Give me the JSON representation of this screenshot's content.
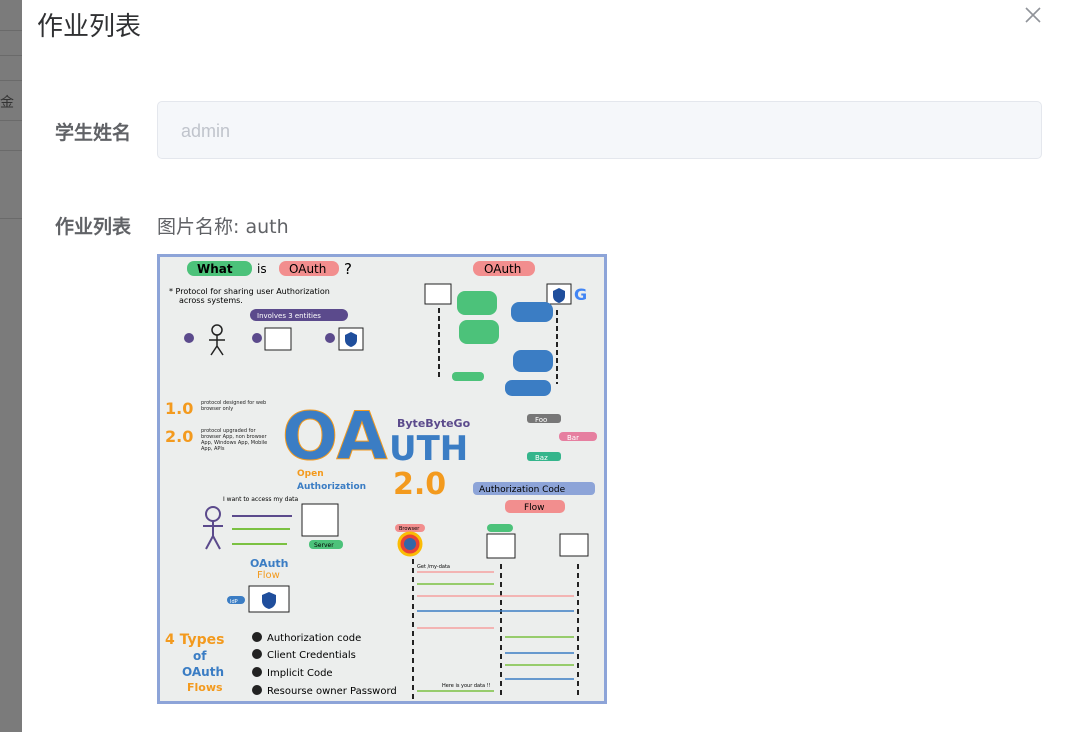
{
  "dialog": {
    "title": "作业列表",
    "close_icon": "close-icon"
  },
  "backdrop": {
    "fragment": "金"
  },
  "form": {
    "student_name_label": "学生姓名",
    "student_name_value": "admin",
    "homework_label": "作业列表",
    "image_name_text": "图片名称: auth"
  },
  "image": {
    "colors": {
      "border": "#8da4d8",
      "bg": "#eceeed",
      "green": "#4cc27a",
      "pink": "#f28e8e",
      "purple": "#5b4a8c",
      "blue": "#3b7dc4",
      "orange": "#f39a1e"
    },
    "labels": {
      "what": "What",
      "is": "is",
      "oauth": "OAuth",
      "q": "?",
      "protocol1": "* Protocol for sharing user Authorization",
      "protocol2": "across systems.",
      "involves": "Involves 3 entities",
      "v1": "1.0",
      "v1_desc": "protocol designed for web browser only",
      "v2": "2.0",
      "v2_desc": "protocol upgraded for browser App, non browser App, Windows App, Mobile App, APIs",
      "big_oa": "OA",
      "big_uth": "UTH",
      "bytebytego": "ByteByteGo",
      "open": "Open",
      "authorization": "Authorization",
      "big_20": "2.0",
      "foo": "Foo",
      "bar": "Bar",
      "baz": "Baz",
      "oauth_flow": "OAuth",
      "flow": "Flow",
      "server": "Server",
      "idp": "IdP",
      "want": "I want to access my data",
      "auth_code_title": "Authorization Code",
      "auth_code_flow": "Flow",
      "browser": "Browser",
      "types1": "4 Types",
      "types2": "of",
      "types3": "OAuth",
      "types4": "Flows",
      "t1": "Authorization code",
      "t2": "Client Credentials",
      "t3": "Implicit Code",
      "t4": "Resourse owner Password",
      "get": "Get /my-data",
      "here": "Here is your data !!"
    }
  }
}
